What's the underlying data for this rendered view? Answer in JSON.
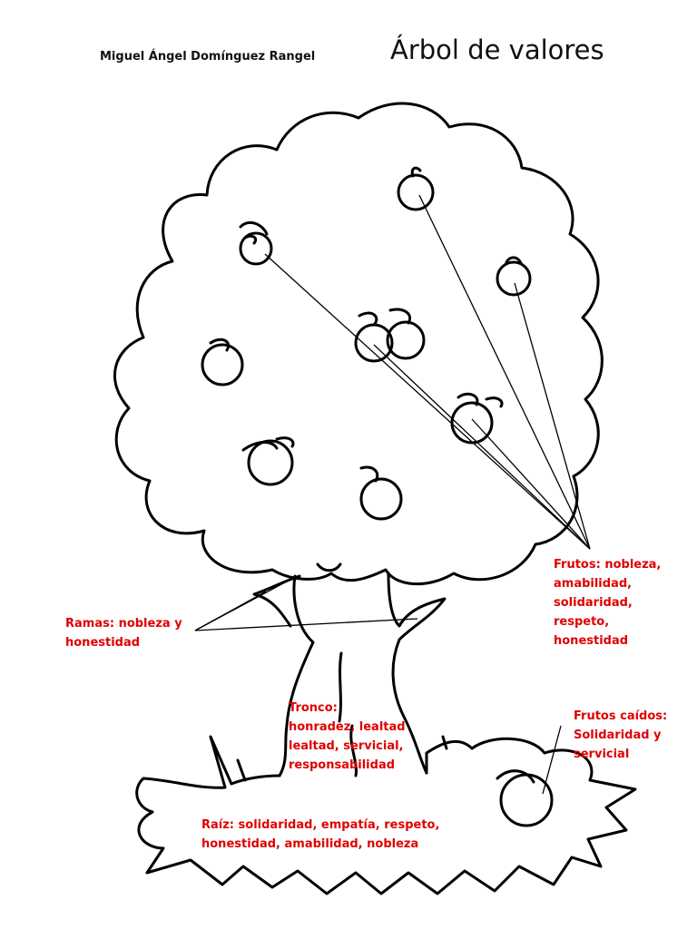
{
  "header": {
    "author": "Miguel Ángel Domínguez Rangel",
    "title": "Árbol de valores"
  },
  "labels": {
    "frutos": [
      "Frutos:   nobleza,",
      "amabilidad,",
      "solidaridad,",
      "respeto,",
      "honestidad"
    ],
    "ramas": [
      "Ramas: nobleza y",
      "honestidad"
    ],
    "tronco": [
      "Tronco:",
      "honradez, lealtad",
      "lealtad,  servicial,",
      "responsabilidad"
    ],
    "frutos_caidos": [
      "Frutos caídos:",
      "Solidaridad          y",
      "servicial"
    ],
    "raiz": [
      "Raíz:     solidaridad,       empatía,        respeto,",
      "honestidad, amabilidad, nobleza"
    ]
  },
  "colors": {
    "label": "#e00000",
    "ink": "#000000"
  }
}
